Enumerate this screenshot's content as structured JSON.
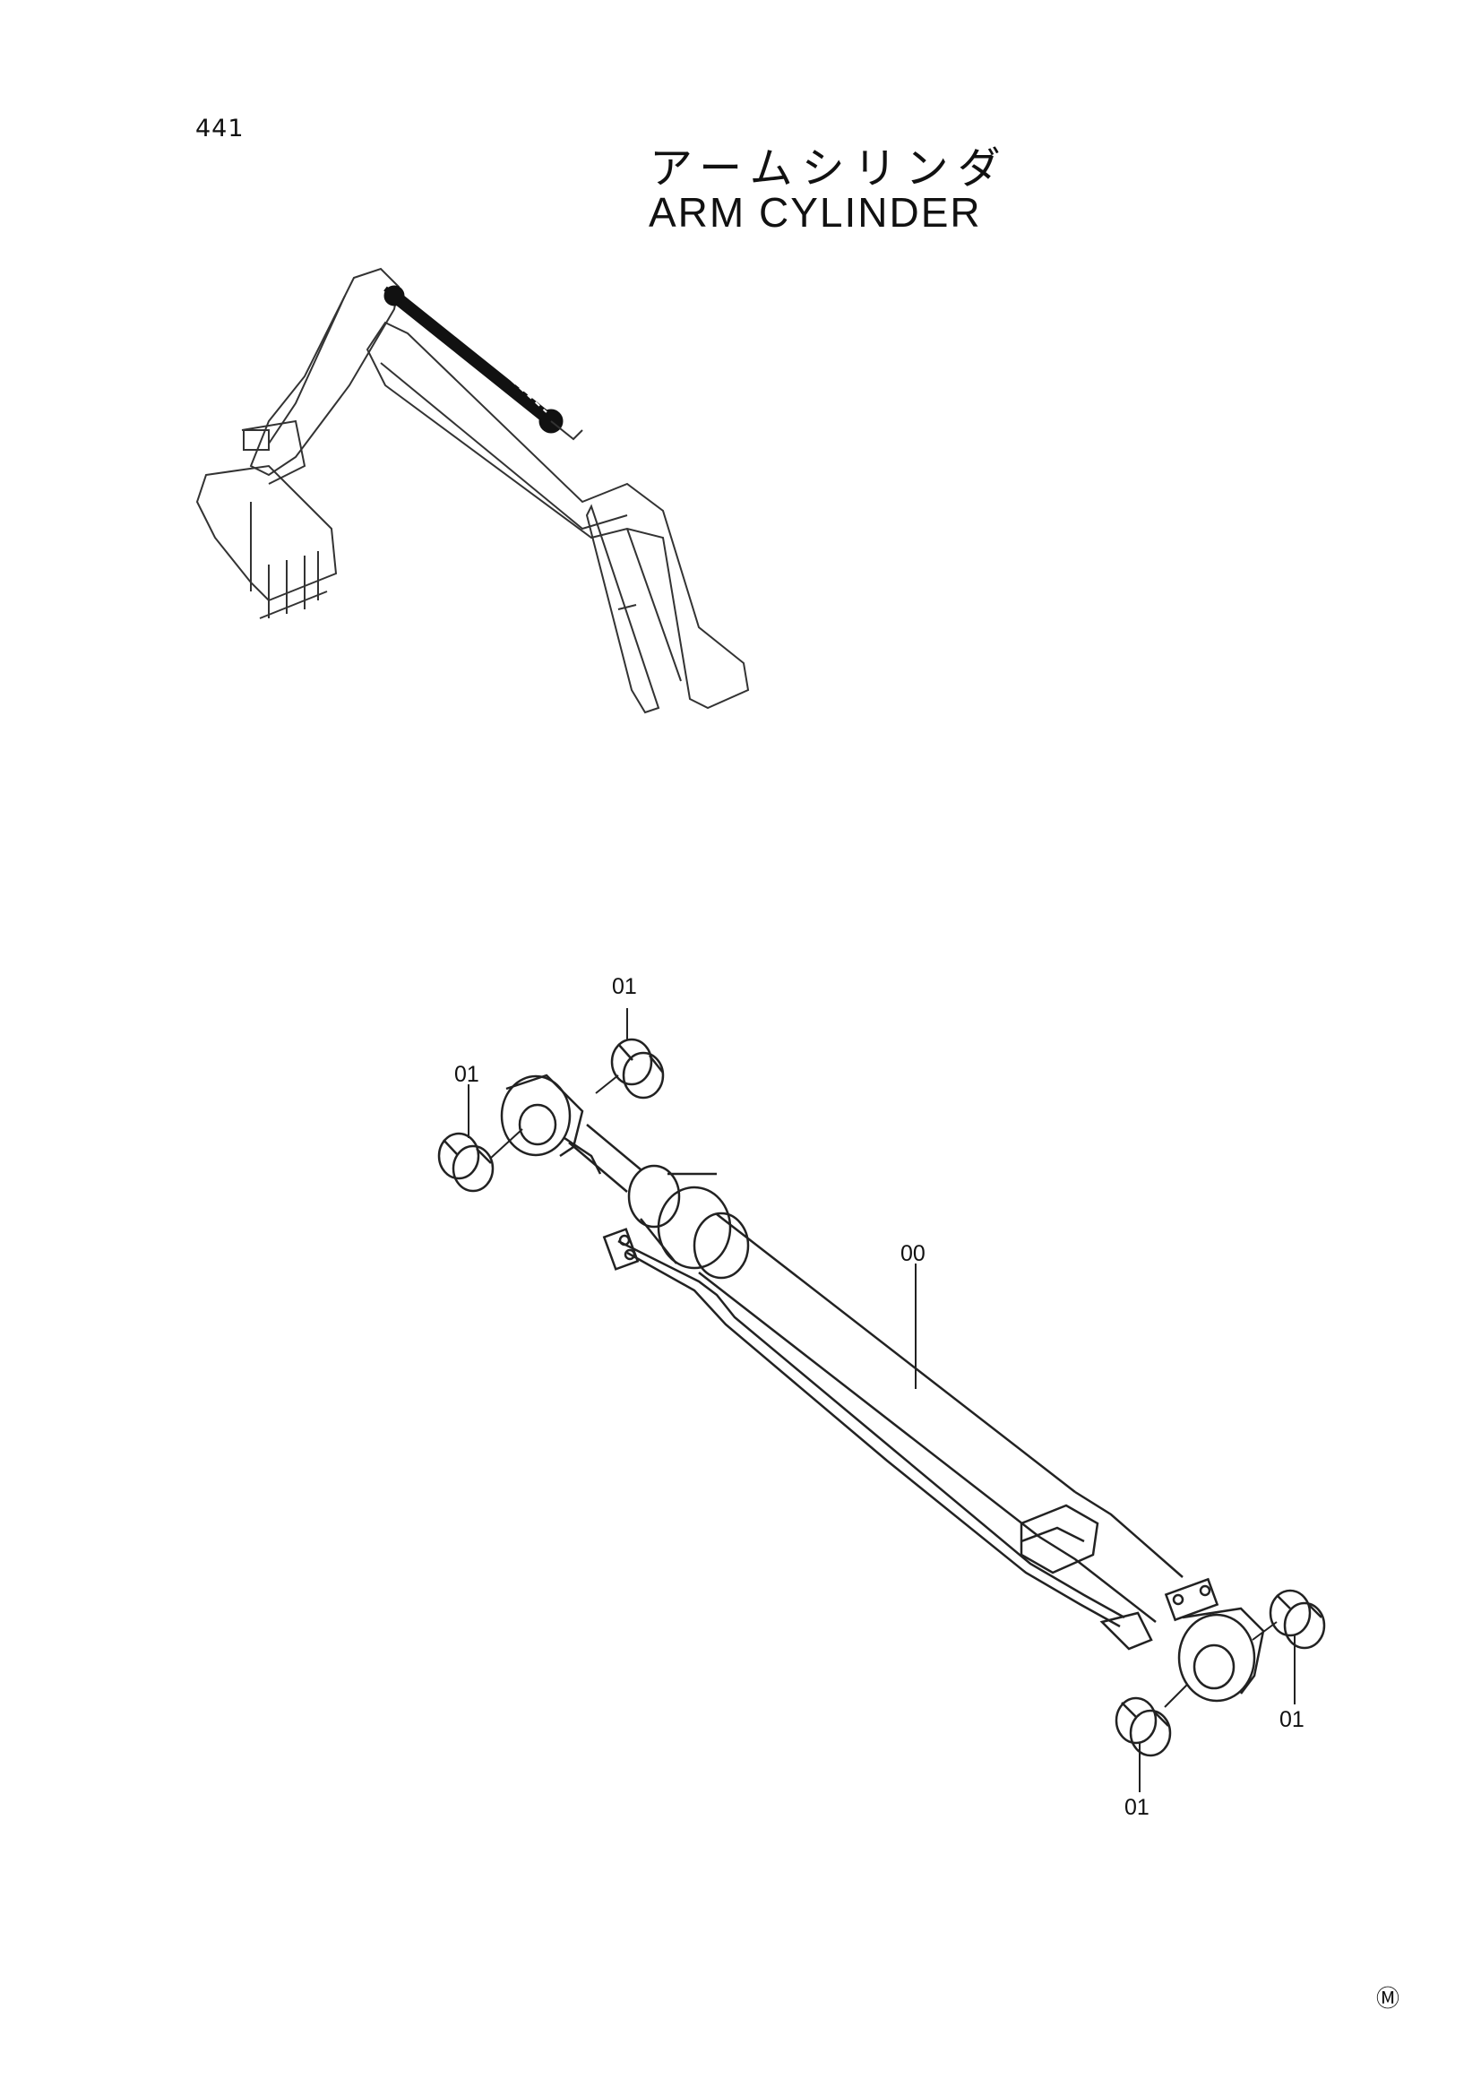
{
  "page_number": "441",
  "title_japanese": "アームシリンダ",
  "title_english": "ARM CYLINDER",
  "callouts": {
    "pin_bushing_rod_top": "01",
    "pin_bushing_rod_left": "01",
    "cylinder_assembly": "00",
    "pin_bushing_bottom_right": "01",
    "pin_bushing_bottom_lower": "01"
  },
  "corner_mark": "Ⓜ"
}
